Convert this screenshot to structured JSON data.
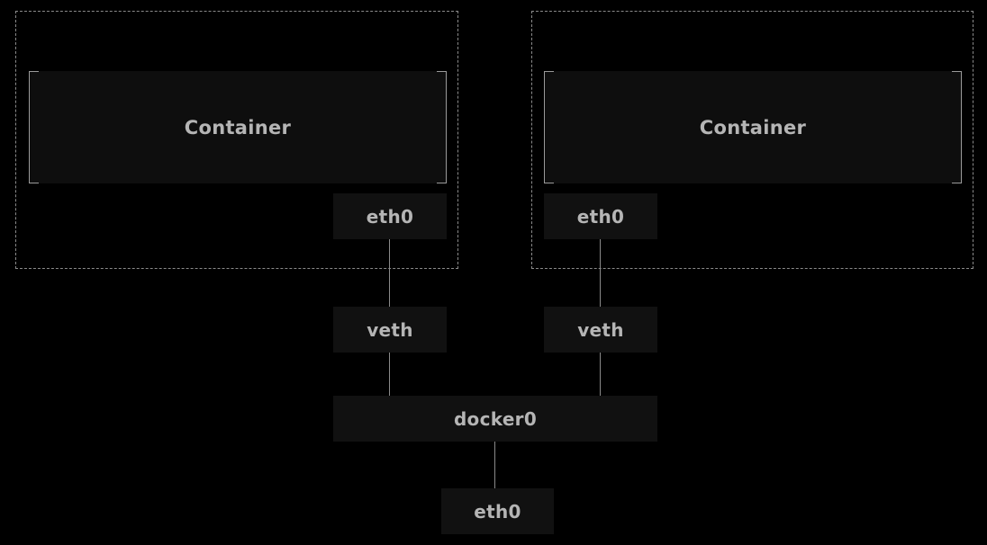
{
  "diagram": {
    "left_namespace": {
      "container_label": "Container",
      "interface_label": "eth0",
      "veth_label": "veth"
    },
    "right_namespace": {
      "container_label": "Container",
      "interface_label": "eth0",
      "veth_label": "veth"
    },
    "bridge_label": "docker0",
    "host_interface_label": "eth0"
  },
  "colors": {
    "background": "#000000",
    "node_fill": "#111111",
    "label_text": "#b5b5b5",
    "wire": "#8a8a8a",
    "namespace_border": "#8a8a8a"
  }
}
